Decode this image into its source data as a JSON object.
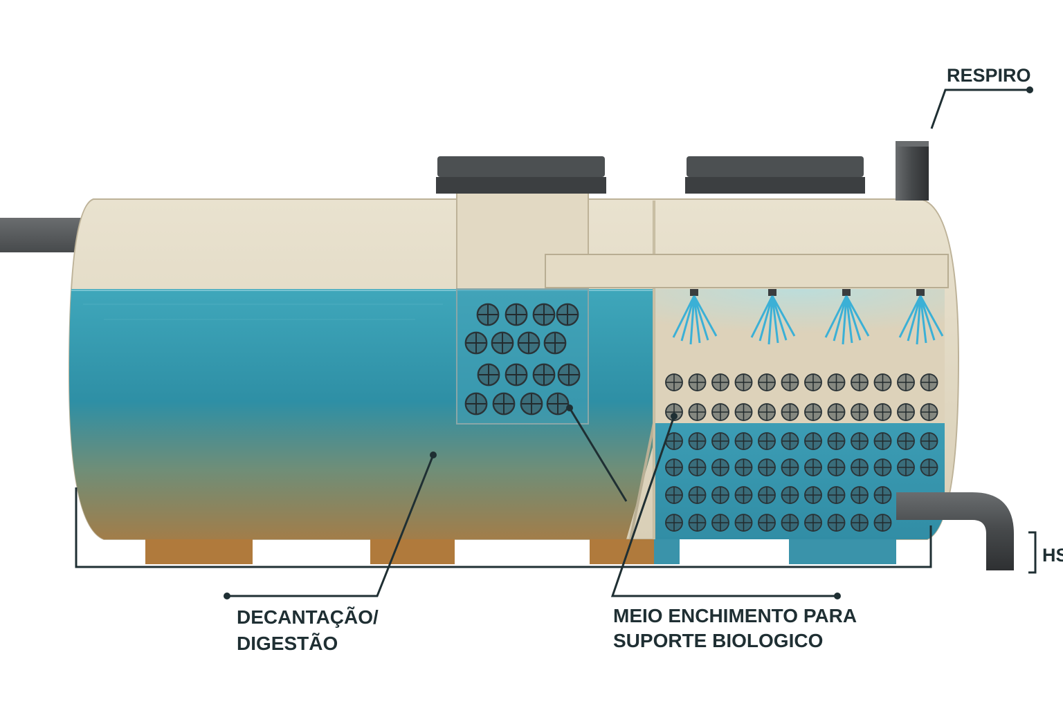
{
  "labels": {
    "respiro": "RESPIRO",
    "decantacao_line1": "DECANTAÇÃO/",
    "decantacao_line2": "DIGESTÃO",
    "meio_line1": "MEIO ENCHIMENTO PARA",
    "meio_line2": "SUPORTE BIOLOGICO",
    "hs": "HS"
  },
  "colors": {
    "tank_body": "#e4dcc8",
    "water": "#3a9fb4",
    "sludge": "#a47f4c",
    "pipe": "#4a4d4f",
    "leader_line": "#1f2f33",
    "spray": "#3bb0d6"
  }
}
